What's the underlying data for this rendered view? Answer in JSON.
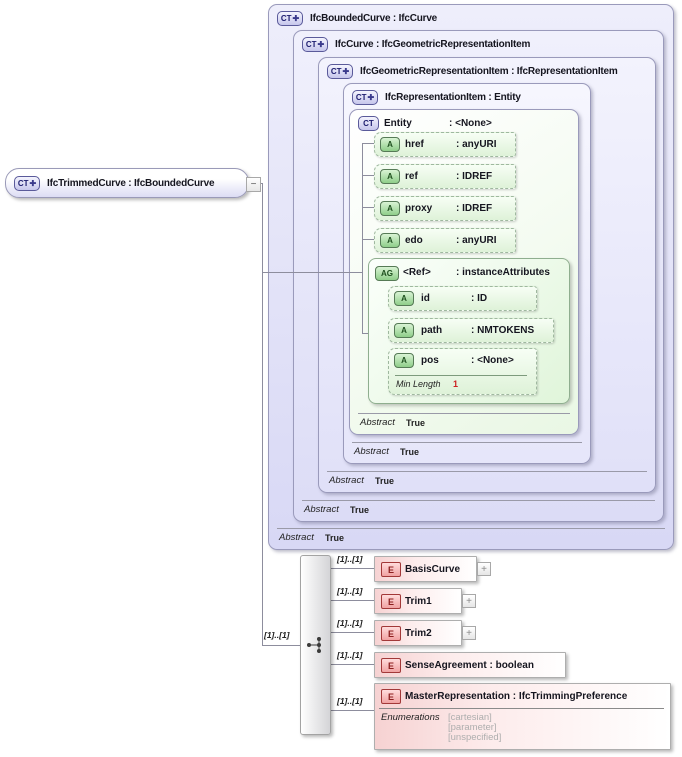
{
  "colors": {
    "type_box_fill": "#dcdcf7",
    "type_box_border": "#9a9abb",
    "attribute_fill": "#e4f6de",
    "attribute_border": "#9fb89f",
    "element_fill": "#f6d2d2",
    "element_badge_border": "#a23838",
    "facet_value_red": "#cc2222"
  },
  "icons": {
    "collapse": "−",
    "expand": "+",
    "plus_badge": "✚"
  },
  "root_element": {
    "badge": "CT",
    "label": "IfcTrimmedCurve : IfcBoundedCurve",
    "cardinality": "[1]..[1]"
  },
  "supertypes": [
    {
      "badge": "CT",
      "label": "IfcBoundedCurve : IfcCurve",
      "abstract": {
        "name": "Abstract",
        "value": "True"
      }
    },
    {
      "badge": "CT",
      "label": "IfcCurve : IfcGeometricRepresentationItem",
      "abstract": {
        "name": "Abstract",
        "value": "True"
      }
    },
    {
      "badge": "CT",
      "label": "IfcGeometricRepresentationItem : IfcRepresentationItem",
      "abstract": {
        "name": "Abstract",
        "value": "True"
      }
    },
    {
      "badge": "CT",
      "label": "IfcRepresentationItem : Entity",
      "abstract": {
        "name": "Abstract",
        "value": "True"
      }
    }
  ],
  "entity": {
    "badge": "CT",
    "name": "Entity",
    "type": ": <None>",
    "abstract": {
      "name": "Abstract",
      "value": "True"
    },
    "attributes": [
      {
        "badge": "A",
        "name": "href",
        "type": ": anyURI"
      },
      {
        "badge": "A",
        "name": "ref",
        "type": ": IDREF"
      },
      {
        "badge": "A",
        "name": "proxy",
        "type": ": IDREF"
      },
      {
        "badge": "A",
        "name": "edo",
        "type": ": anyURI"
      }
    ],
    "attribute_group": {
      "badge": "AG",
      "name": "<Ref>",
      "type": ": instanceAttributes",
      "attributes": [
        {
          "badge": "A",
          "name": "id",
          "type": ": ID"
        },
        {
          "badge": "A",
          "name": "path",
          "type": ": NMTOKENS"
        },
        {
          "badge": "A",
          "name": "pos",
          "type": ": <None>",
          "facet": {
            "name": "Min Length",
            "value": "1"
          }
        }
      ]
    }
  },
  "content_model": {
    "compositor": "sequence",
    "cardinality": "[1]..[1]",
    "elements": [
      {
        "badge": "E",
        "label": "BasisCurve",
        "cardinality": "[1]..[1]"
      },
      {
        "badge": "E",
        "label": "Trim1",
        "cardinality": "[1]..[1]"
      },
      {
        "badge": "E",
        "label": "Trim2",
        "cardinality": "[1]..[1]"
      },
      {
        "badge": "E",
        "label": "SenseAgreement : boolean",
        "cardinality": "[1]..[1]"
      },
      {
        "badge": "E",
        "label": "MasterRepresentation : IfcTrimmingPreference",
        "cardinality": "[1]..[1]",
        "enumerations": {
          "label": "Enumerations",
          "values": [
            "[cartesian]",
            "[parameter]",
            "[unspecified]"
          ]
        }
      }
    ]
  }
}
